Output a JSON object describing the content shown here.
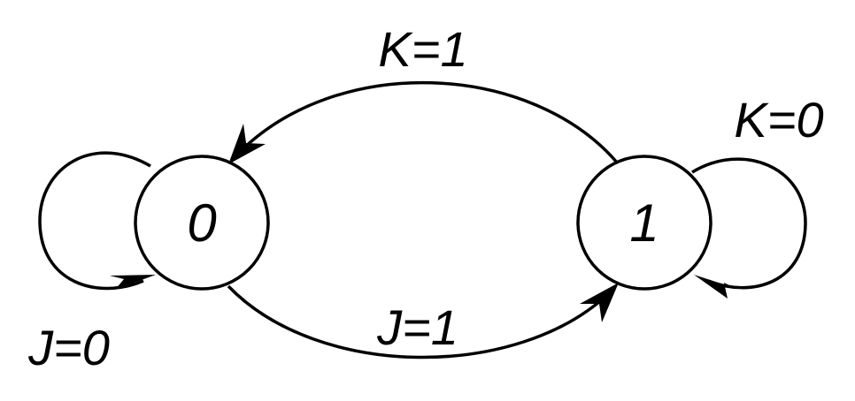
{
  "diagram": {
    "type": "state-transition",
    "states": [
      {
        "id": "s0",
        "label": "0"
      },
      {
        "id": "s1",
        "label": "1"
      }
    ],
    "transitions": [
      {
        "from": "s0",
        "to": "s1",
        "label": "J=1"
      },
      {
        "from": "s1",
        "to": "s0",
        "label": "K=1"
      },
      {
        "from": "s0",
        "to": "s0",
        "label": "J=0"
      },
      {
        "from": "s1",
        "to": "s1",
        "label": "K=0"
      }
    ]
  },
  "colors": {
    "stroke": "#000000",
    "background": "#ffffff"
  }
}
